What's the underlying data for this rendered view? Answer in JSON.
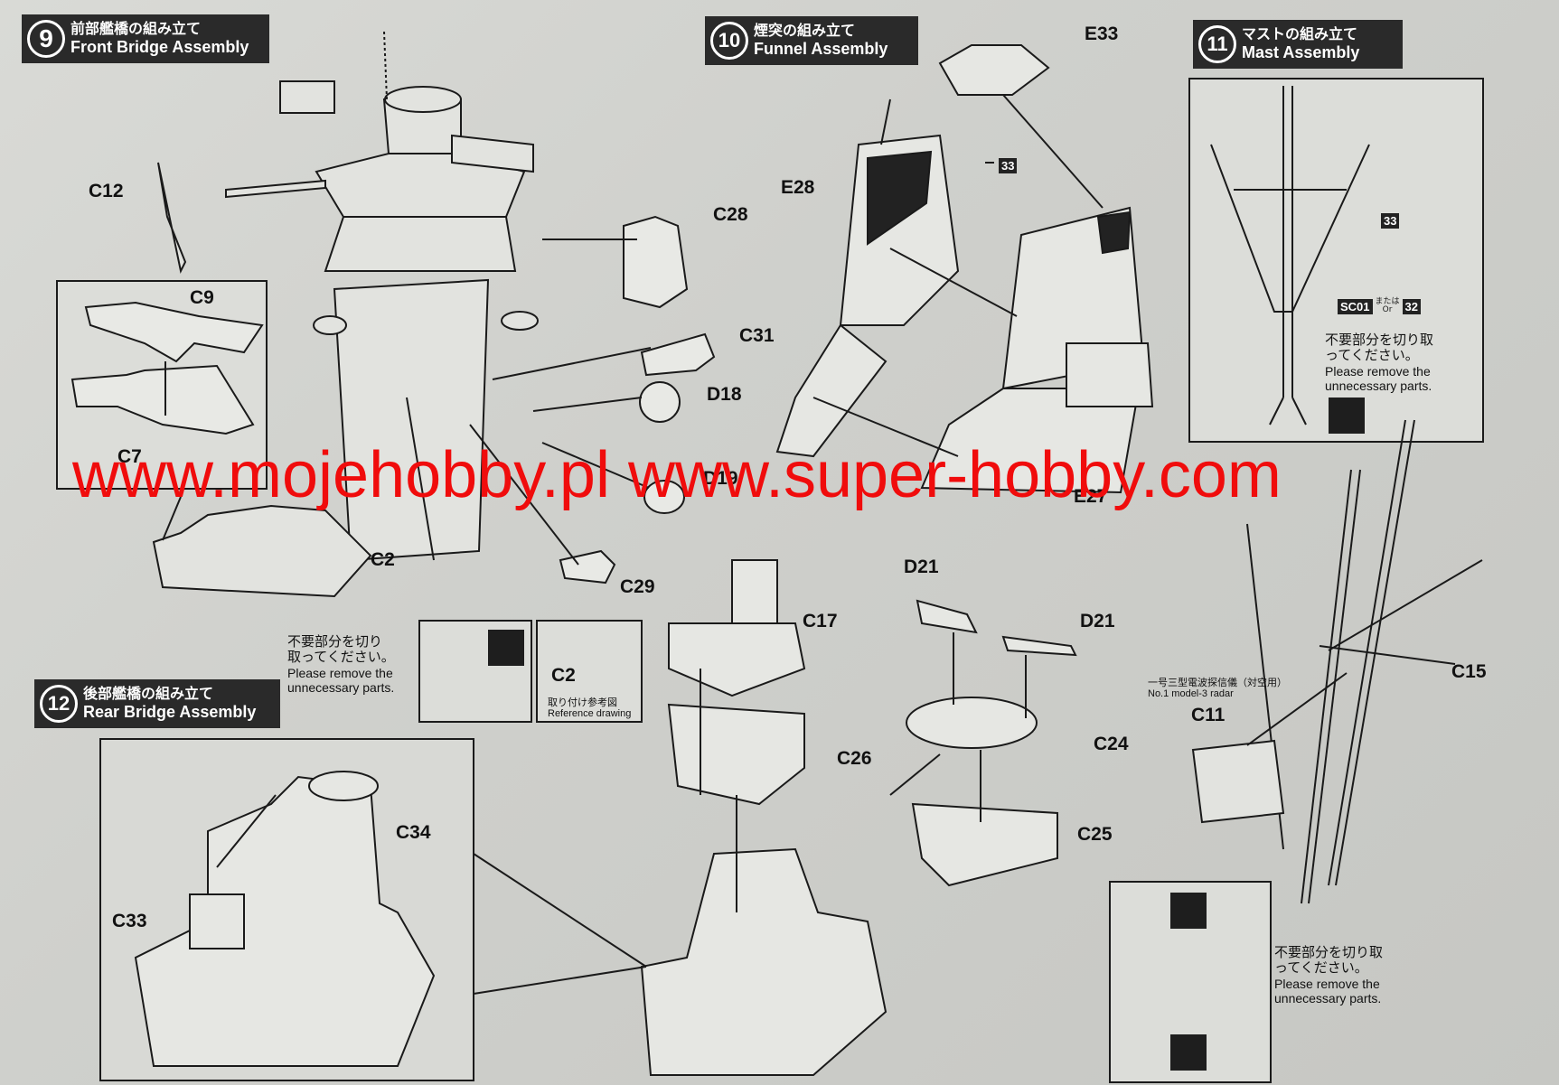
{
  "steps": [
    {
      "num": "9",
      "jp": "前部艦橋の組み立て",
      "en": "Front Bridge Assembly"
    },
    {
      "num": "10",
      "jp": "煙突の組み立て",
      "en": "Funnel Assembly"
    },
    {
      "num": "11",
      "jp": "マストの組み立て",
      "en": "Mast Assembly"
    },
    {
      "num": "12",
      "jp": "後部艦橋の組み立て",
      "en": "Rear Bridge Assembly"
    }
  ],
  "parts": {
    "c12": "C12",
    "c9": "C9",
    "c7": "C7",
    "c28": "C28",
    "c31": "C31",
    "d18": "D18",
    "d19": "D19",
    "c29": "C29",
    "c2a": "C2",
    "c2b": "C2",
    "e33": "E33",
    "e28": "E28",
    "e27": "E27",
    "c15": "C15",
    "c11": "C11",
    "c17": "C17",
    "c26": "C26",
    "d21a": "D21",
    "d21b": "D21",
    "c24": "C24",
    "c25": "C25",
    "c34": "C34",
    "c33": "C33"
  },
  "notes": {
    "remove_jp_1": "不要部分を切り",
    "remove_jp_2": "取ってください。",
    "remove_en_1": "Please remove the",
    "remove_en_2": "unnecessary parts.",
    "mast_jp_1": "不要部分を切り取",
    "mast_jp_2": "ってください。",
    "mast_en_1": "Please remove the",
    "mast_en_2": "unnecessary parts.",
    "bottom_jp_1": "不要部分を切り取",
    "bottom_jp_2": "ってください。",
    "bottom_en_1": "Please remove the",
    "bottom_en_2": "unnecessary parts.",
    "reference_jp": "取り付け参考図",
    "reference_en": "Reference drawing",
    "radar_jp": "一号三型電波探信儀（対空用）",
    "radar_en": "No.1 model-3 radar"
  },
  "badges": {
    "b33_funnel": "33",
    "b33_mast": "33",
    "sc01": "SC01",
    "b32": "32",
    "or_jp": "または",
    "or_en": "Or"
  },
  "watermark": "www.mojehobby.pl www.super-hobby.com",
  "colors": {
    "ink": "#1a1a1a",
    "paper": "#d4d5d1",
    "header": "#2a2a2a",
    "watermark": "#f00c0c"
  }
}
